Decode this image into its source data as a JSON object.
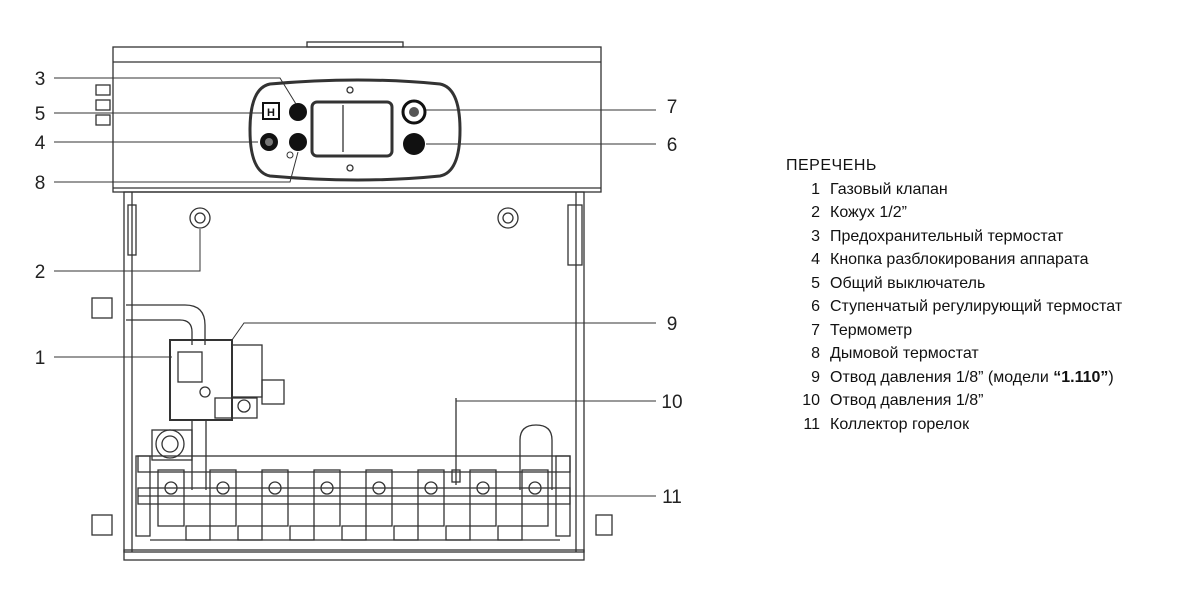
{
  "legend": {
    "title": "ПЕРЕЧЕНЬ",
    "items": [
      {
        "num": "1",
        "text": "Газовый клапан"
      },
      {
        "num": "2",
        "text": "Кожух 1/2”"
      },
      {
        "num": "3",
        "text": "Предохранительный термостат"
      },
      {
        "num": "4",
        "text": "Кнопка разблокирования аппарата"
      },
      {
        "num": "5",
        "text": "Общий выключатель"
      },
      {
        "num": "6",
        "text": "Ступенчатый регулирующий термостат"
      },
      {
        "num": "7",
        "text": "Термометр"
      },
      {
        "num": "8",
        "text": "Дымовой термостат"
      },
      {
        "num": "9",
        "text": "Отвод давления 1/8” (модели ",
        "bold": "“1.110”",
        "after": ")"
      },
      {
        "num": "10",
        "text": "Отвод давления 1/8”"
      },
      {
        "num": "11",
        "text": "Коллектор горелок"
      }
    ]
  },
  "callouts": {
    "c1": "1",
    "c2": "2",
    "c3": "3",
    "c4": "4",
    "c5": "5",
    "c6": "6",
    "c7": "7",
    "c8": "8",
    "c9": "9",
    "c10": "10",
    "c11": "11"
  },
  "panel": {
    "switch_mark": "H"
  }
}
